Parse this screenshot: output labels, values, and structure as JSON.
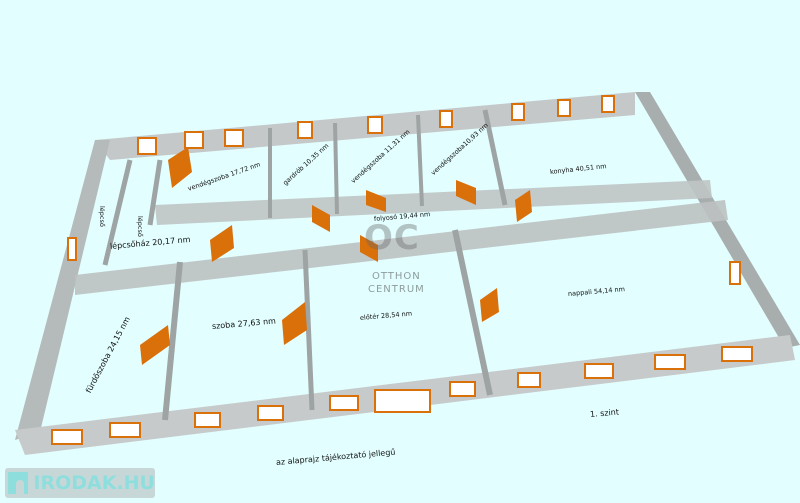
{
  "rooms": {
    "vendegszoba1": "vendégszoba 17,72 nm",
    "gardrob": "gardrób 10,35 nm",
    "vendegszoba2": "vendégszoba 11,31 nm",
    "vendegszoba3": "vendégszoba10,93 nm",
    "konyha": "konyha 40,51 nm",
    "lepcso1": "lépcső",
    "lepcso2": "lépcső",
    "folyoso": "folyosó 19,44 nm",
    "lepcsohaz": "lépcsőház 20,17 nm",
    "furdoszoba": "fürdőszoba 24,15 nm",
    "szoba": "szoba 27,63 nm",
    "eloter": "előtér 28,54 nm",
    "nappali": "nappali 54,14 nm"
  },
  "level": "1. szint",
  "disclaimer": "az alaprajz tájékoztató jellegű",
  "watermark": {
    "mark": "OC",
    "line1": "OTTHON",
    "line2": "CENTRUM"
  },
  "logo": "IRODAK.HU",
  "colors": {
    "background": "#e2feff",
    "wall": "#c2c6c6",
    "wall_dark": "#9ea3a3",
    "door": "#d9700a"
  }
}
